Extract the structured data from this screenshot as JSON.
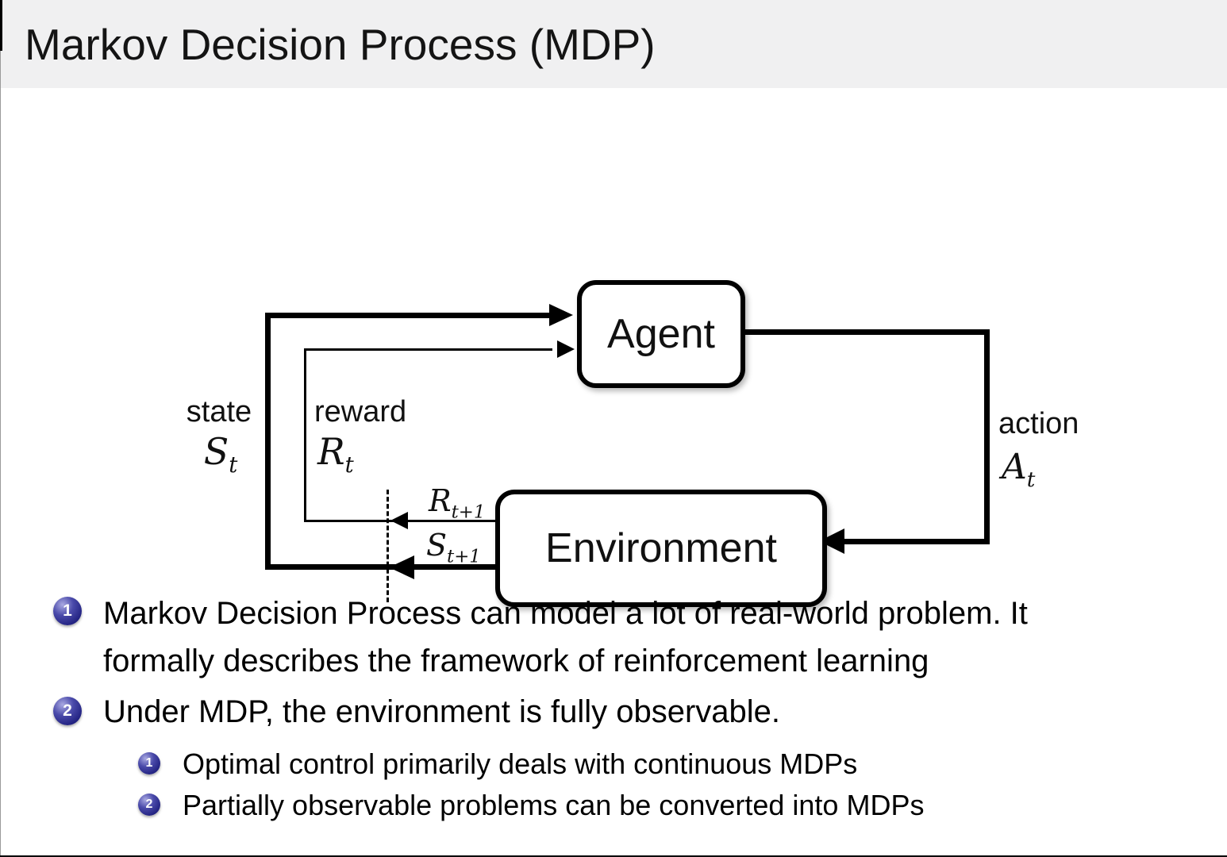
{
  "slide": {
    "title": "Markov Decision Process (MDP)"
  },
  "colors": {
    "header_bg": "#f0f0f1",
    "text": "#000000",
    "enum_ball": "#20207f",
    "box_border": "#000000",
    "box_fill": "#ffffff"
  },
  "diagram": {
    "agent_label": "Agent",
    "environment_label": "Environment",
    "state_label": "state",
    "state_symbol": {
      "base": "S",
      "sub": "t"
    },
    "reward_label": "reward",
    "reward_symbol": {
      "base": "R",
      "sub": "t"
    },
    "action_label": "action",
    "action_symbol": {
      "base": "A",
      "sub": "t"
    },
    "next_reward_symbol": {
      "base": "R",
      "sub": "t+1"
    },
    "next_state_symbol": {
      "base": "S",
      "sub": "t+1"
    }
  },
  "bullets": {
    "item1": {
      "number": "1",
      "lines": [
        "Markov Decision Process can model a lot of real-world problem. It",
        "formally describes the framework of reinforcement learning"
      ]
    },
    "item2": {
      "number": "2",
      "text": "Under MDP, the environment is fully observable."
    },
    "sub1": {
      "number": "1",
      "text": "Optimal control primarily deals with continuous MDPs"
    },
    "sub2": {
      "number": "2",
      "text": "Partially observable problems can be converted into MDPs"
    }
  }
}
